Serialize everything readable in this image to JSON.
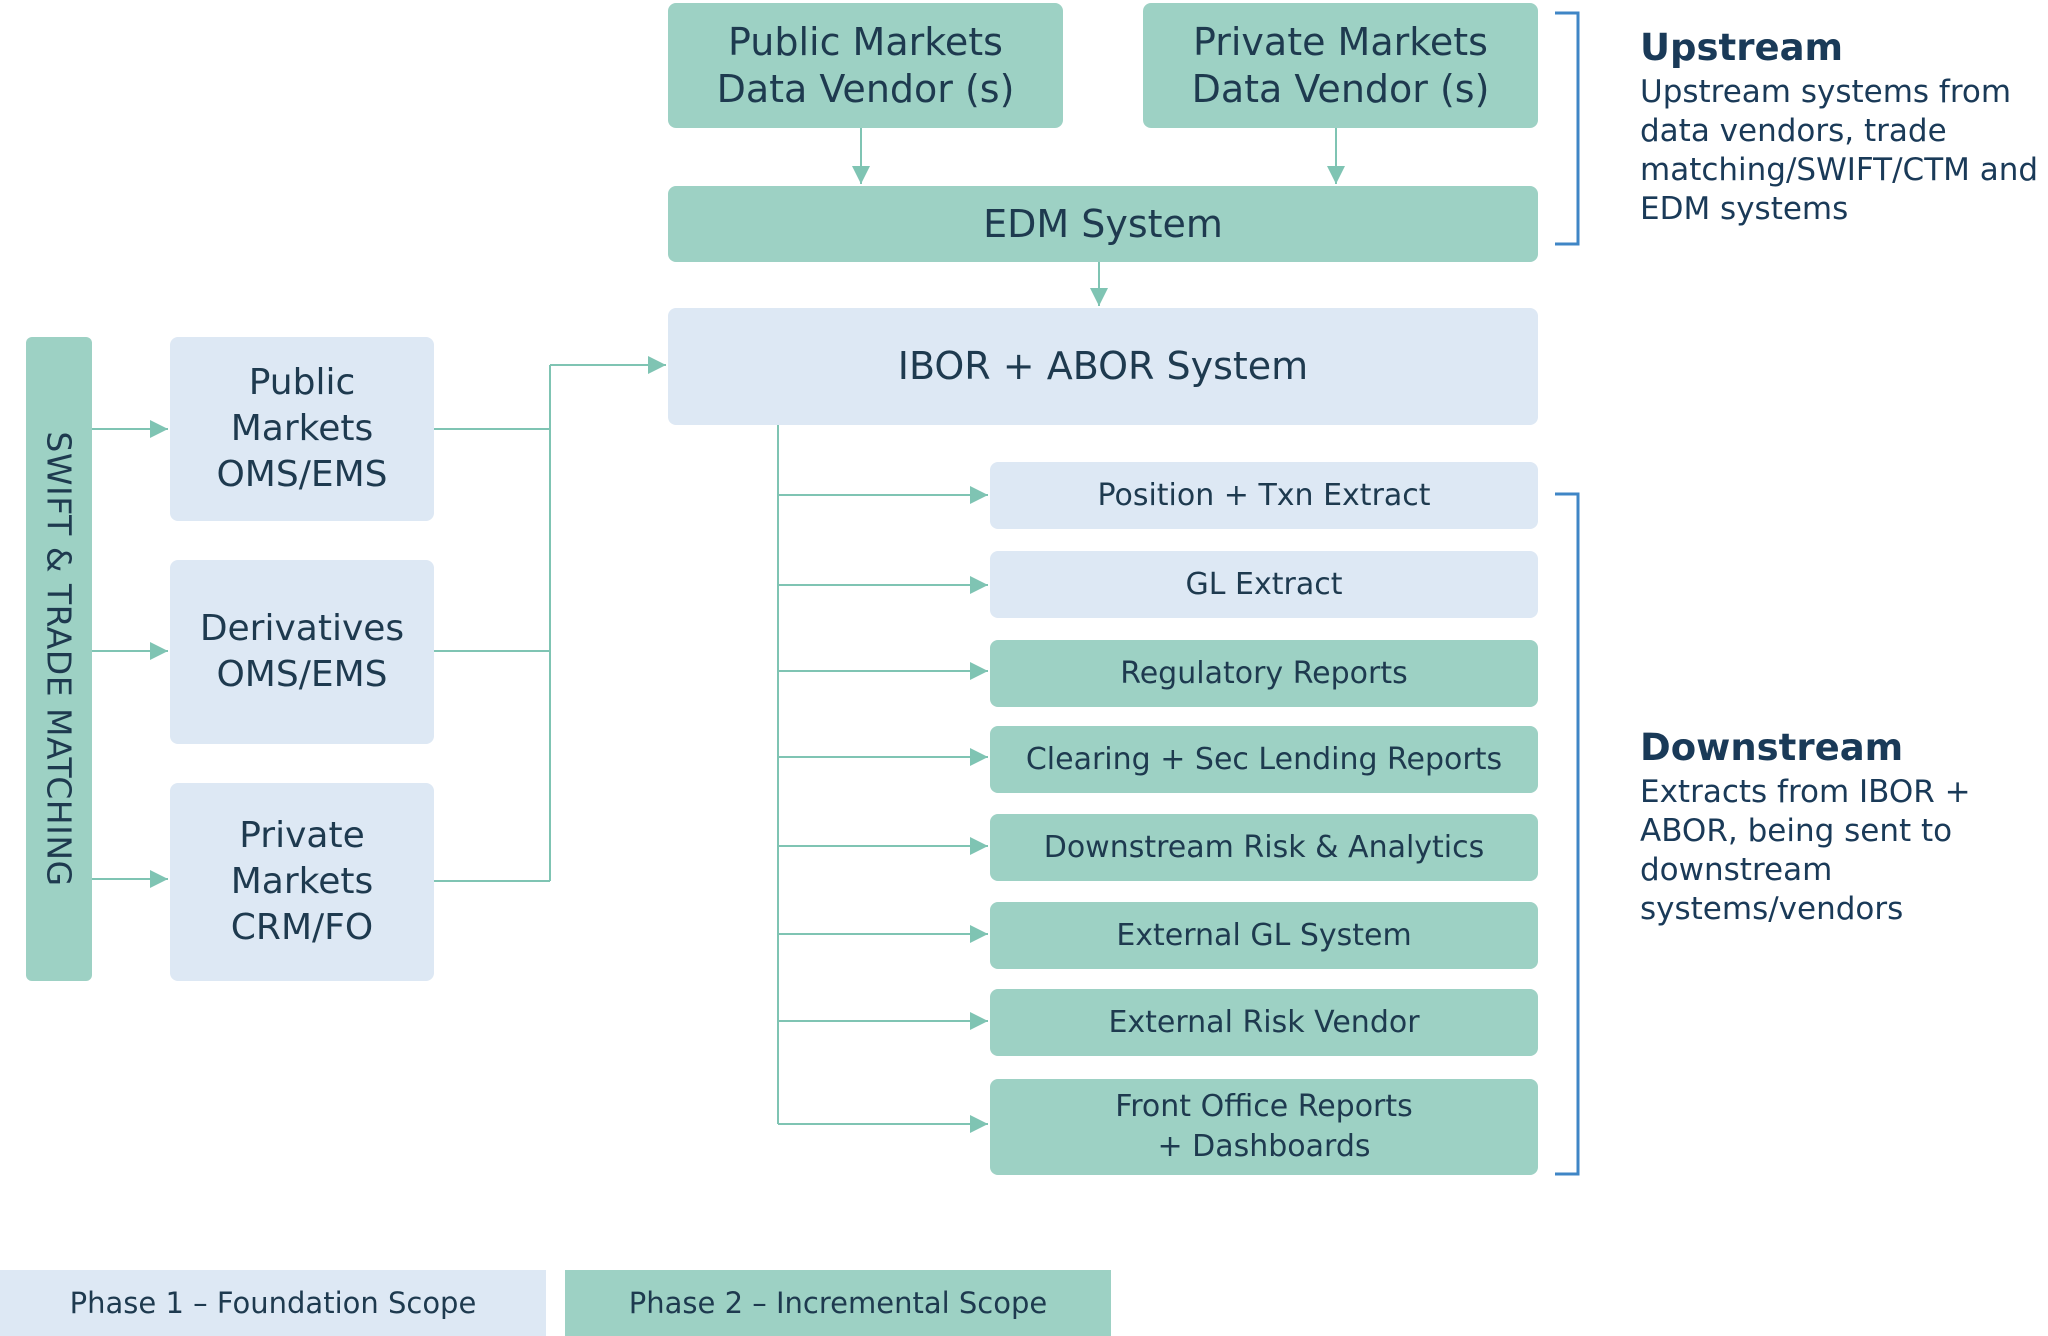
{
  "upstream": {
    "public_vendor": "Public Markets\nData Vendor (s)",
    "private_vendor": "Private Markets\nData Vendor (s)",
    "edm": "EDM System",
    "heading": "Upstream",
    "description": "Upstream systems from\ndata vendors, trade\nmatching/SWIFT/CTM and\nEDM systems"
  },
  "core": {
    "ibor_abor": "IBOR + ABOR System"
  },
  "left": {
    "swift_bar": "SWIFT & TRADE MATCHING",
    "public_oms": "Public\nMarkets\nOMS/EMS",
    "derivatives_oms": "Derivatives\nOMS/EMS",
    "private_crm": "Private\nMarkets\nCRM/FO"
  },
  "downstream": {
    "heading": "Downstream",
    "description": "Extracts from IBOR +\nABOR, being sent to\ndownstream\nsystems/vendors",
    "items": [
      {
        "label": "Position + Txn Extract",
        "phase": 1
      },
      {
        "label": "GL Extract",
        "phase": 1
      },
      {
        "label": "Regulatory Reports",
        "phase": 2
      },
      {
        "label": "Clearing + Sec Lending Reports",
        "phase": 2
      },
      {
        "label": "Downstream Risk & Analytics",
        "phase": 2
      },
      {
        "label": "External GL System",
        "phase": 2
      },
      {
        "label": "External Risk Vendor",
        "phase": 2
      },
      {
        "label": "Front Office Reports\n+ Dashboards",
        "phase": 2
      }
    ]
  },
  "legend": {
    "phase1": "Phase 1 – Foundation Scope",
    "phase2": "Phase 2 – Incremental Scope"
  },
  "colors": {
    "phase1": "#dde8f4",
    "phase2": "#9dd1c4",
    "arrow": "#7fc4b3",
    "bracket": "#3f86c6",
    "text": "#1e3a4f"
  }
}
